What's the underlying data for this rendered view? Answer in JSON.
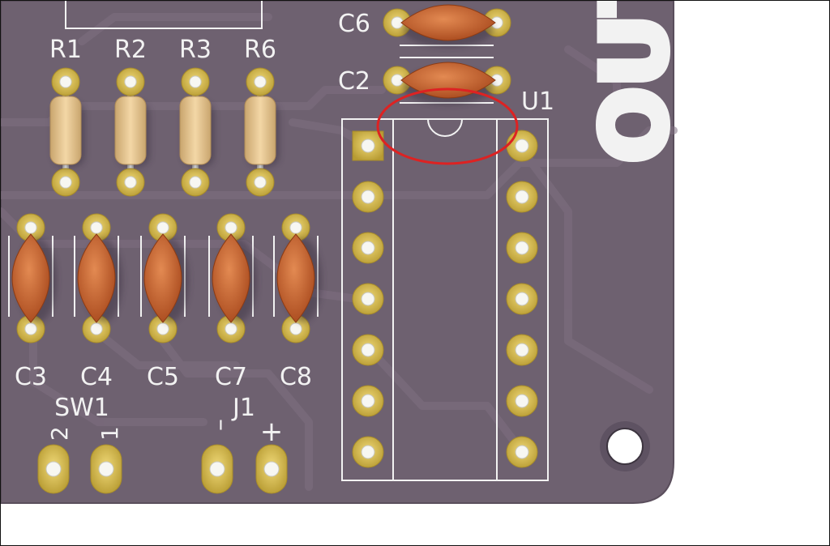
{
  "colors": {
    "board": "#6e6170",
    "board_edge": "#5a4e5c",
    "trace": "#7d6e80",
    "silk": "#f2f2f2",
    "pad_gold": "#d8bf55",
    "pad_gold_dark": "#b89c33",
    "resistor_body": "#e9c890",
    "capacitor_body": "#c9642f",
    "highlight_ellipse": "#dd2222"
  },
  "board_text": {
    "edge_label": "OUT"
  },
  "components": {
    "resistors": [
      {
        "ref": "R1"
      },
      {
        "ref": "R2"
      },
      {
        "ref": "R3"
      },
      {
        "ref": "R6"
      }
    ],
    "capacitors_top": [
      {
        "ref": "C6"
      },
      {
        "ref": "C2"
      }
    ],
    "capacitors_bottom": [
      {
        "ref": "C3"
      },
      {
        "ref": "C4"
      },
      {
        "ref": "C5"
      },
      {
        "ref": "C7"
      },
      {
        "ref": "C8"
      }
    ],
    "ic": {
      "ref": "U1",
      "pins": 14
    },
    "switch": {
      "ref": "SW1",
      "pin_labels": [
        "2",
        "1"
      ]
    },
    "jack": {
      "ref": "J1",
      "pin_labels": [
        "–",
        "+"
      ]
    }
  },
  "annotation": {
    "icon": "red-ellipse-highlight",
    "target": "U1 pin-1 notch"
  }
}
